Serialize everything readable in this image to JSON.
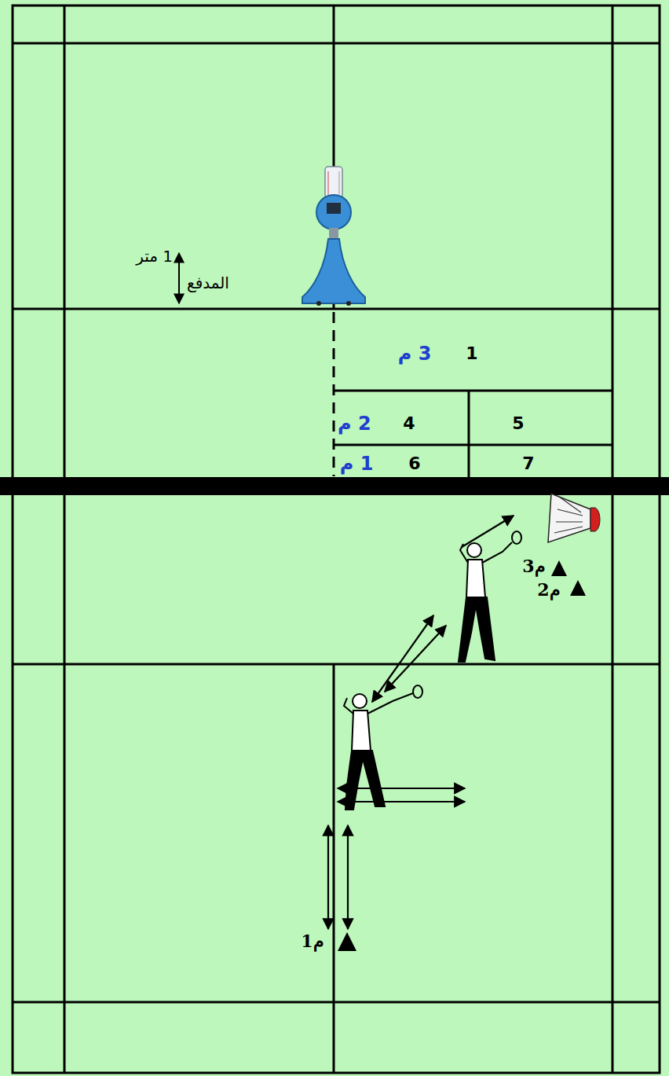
{
  "diagram": {
    "nodes": [
      {
        "text": [
          "3 م",
          "1"
        ]
      },
      {
        "text": [
          "2 م",
          "4"
        ]
      },
      {
        "text": [
          "5"
        ]
      },
      {
        "text": [
          "1 م",
          "6"
        ]
      },
      {
        "text": [
          "7"
        ]
      }
    ],
    "labels": [
      "1 متر",
      "المدفع",
      "م3",
      "م2",
      "م1"
    ]
  }
}
